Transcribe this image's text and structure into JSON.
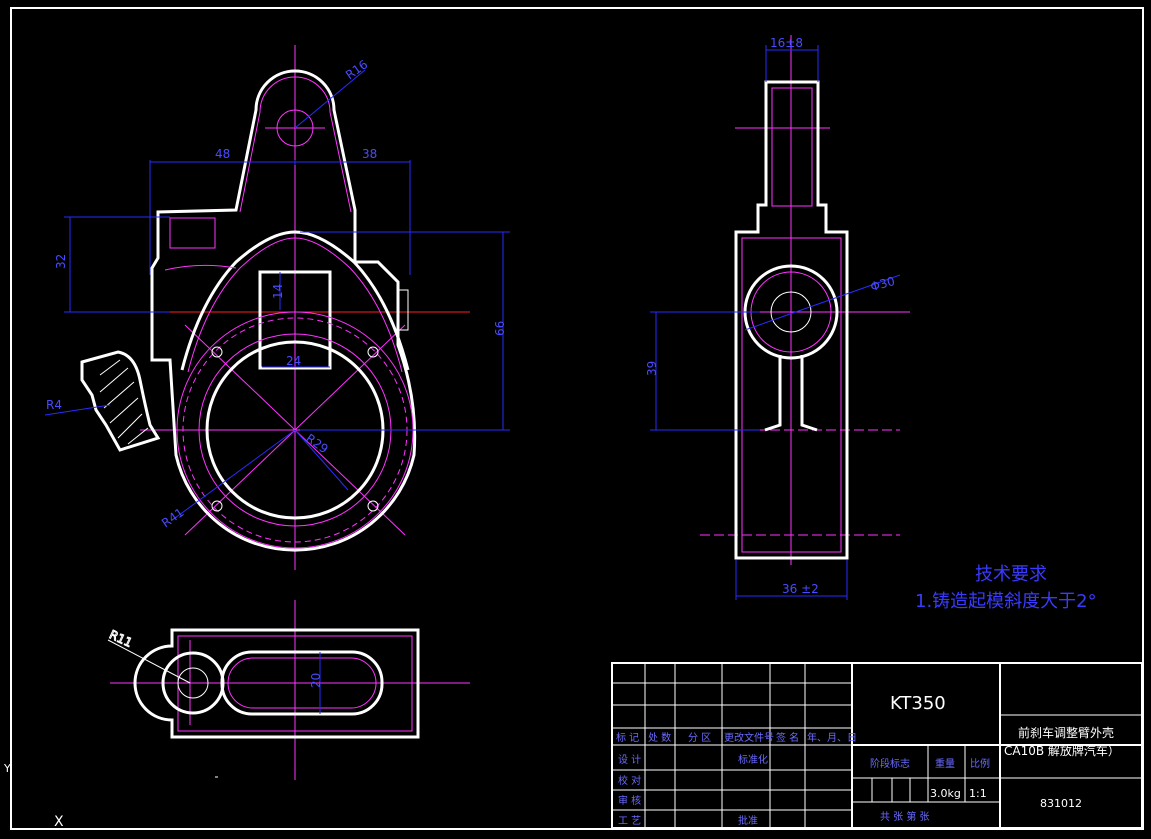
{
  "colors": {
    "background": "#000000",
    "outline": "#ffffff",
    "centerline": "#ff33ff",
    "dimension": "#2a2aff",
    "axis": "#ff2020"
  },
  "views": {
    "front": {
      "dims": {
        "r16": "R16",
        "w48": "48",
        "w38": "38",
        "h32": "32",
        "h14": "14",
        "w24": "24",
        "h66": "66",
        "r4": "R4",
        "r41": "R41",
        "r29": "R29"
      }
    },
    "side": {
      "dims": {
        "w16": "16±8",
        "phi30": "Φ30",
        "h39": "39",
        "w36": "36 ±2"
      }
    },
    "top": {
      "dims": {
        "r11": "R11",
        "w20": "20"
      }
    }
  },
  "tech_requirements": {
    "title": "技术要求",
    "item1": "1.铸造起模斜度大于2°"
  },
  "title_block": {
    "drawing_name": "KT350",
    "part_name_line1": "前刹车调整臂外壳",
    "part_name_line2": "CA10B 解放牌汽车）",
    "drawing_no": "831012",
    "weight": "3.0kg",
    "scale": "1:1",
    "headers_row": [
      "标 记",
      "处 数",
      "分 区",
      "更改文件号",
      "签 名",
      "年、月、日"
    ],
    "left_labels": [
      "设 计",
      "校 对",
      "审 核",
      "工 艺"
    ],
    "std_label": "标准化",
    "stage_label": "阶段标志",
    "weight_label": "重量",
    "scale_label": "比例",
    "approve_label": "批准",
    "sheet_label": "共   张   第   张"
  },
  "coord_marker": {
    "y": "Y",
    "x": "X"
  }
}
